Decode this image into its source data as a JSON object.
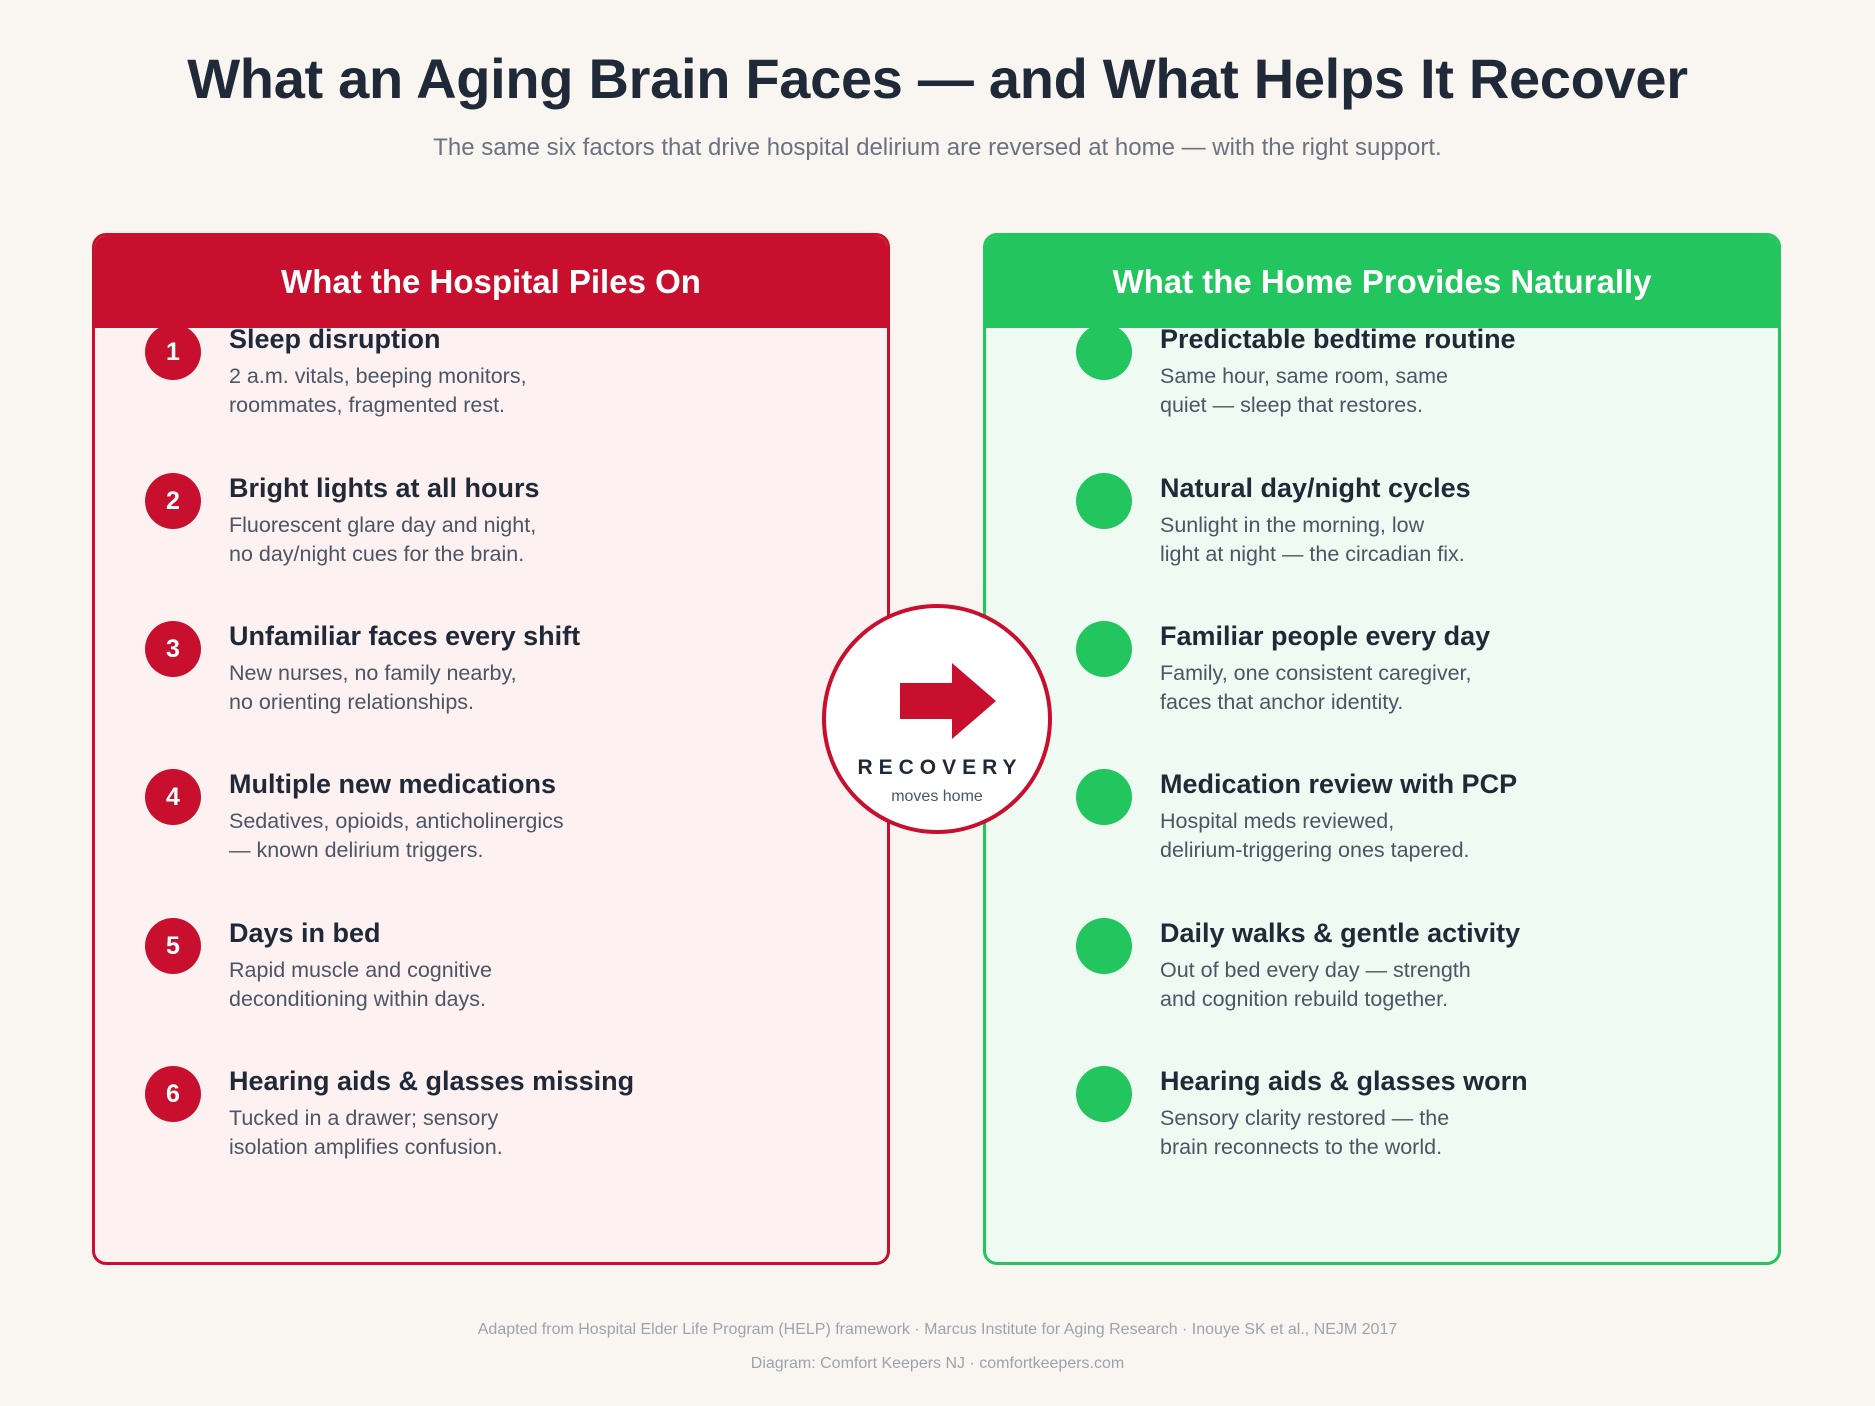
{
  "title": "What an Aging Brain Faces — and What Helps It Recover",
  "subtitle": "The same six factors that drive hospital delirium are reversed at home — with the right support.",
  "hospital": {
    "header": "What the Hospital Piles On",
    "items": [
      {
        "number": "1",
        "title": "Sleep disruption",
        "line1": "2 a.m. vitals, beeping monitors,",
        "line2": "roommates, fragmented rest."
      },
      {
        "number": "2",
        "title": "Bright lights at all hours",
        "line1": "Fluorescent glare day and night,",
        "line2": "no day/night cues for the brain."
      },
      {
        "number": "3",
        "title": "Unfamiliar faces every shift",
        "line1": "New nurses, no family nearby,",
        "line2": "no orienting relationships."
      },
      {
        "number": "4",
        "title": "Multiple new medications",
        "line1": "Sedatives, opioids, anticholinergics",
        "line2": "— known delirium triggers."
      },
      {
        "number": "5",
        "title": "Days in bed",
        "line1": "Rapid muscle and cognitive",
        "line2": "deconditioning within days."
      },
      {
        "number": "6",
        "title": "Hearing aids & glasses missing",
        "line1": "Tucked in a drawer; sensory",
        "line2": "isolation amplifies confusion."
      }
    ]
  },
  "home": {
    "header": "What the Home Provides Naturally",
    "items": [
      {
        "title": "Predictable bedtime routine",
        "line1": "Same hour, same room, same",
        "line2": "quiet — sleep that restores."
      },
      {
        "title": "Natural day/night cycles",
        "line1": "Sunlight in the morning, low",
        "line2": "light at night — the circadian fix."
      },
      {
        "title": "Familiar people every day",
        "line1": "Family, one consistent caregiver,",
        "line2": "faces that anchor identity."
      },
      {
        "title": "Medication review with PCP",
        "line1": "Hospital meds reviewed,",
        "line2": "delirium-triggering ones tapered."
      },
      {
        "title": "Daily walks & gentle activity",
        "line1": "Out of bed every day — strength",
        "line2": "and cognition rebuild together."
      },
      {
        "title": "Hearing aids & glasses worn",
        "line1": "Sensory clarity restored — the",
        "line2": "brain reconnects to the world."
      }
    ]
  },
  "center": {
    "icon": "right-arrow-icon",
    "label": "RECOVERY",
    "sublabel": "moves home"
  },
  "footer": {
    "source": "Adapted from Hospital Elder Life Program (HELP) framework · Marcus Institute for Aging Research · Inouye SK et al., NEJM 2017",
    "credit": "Diagram: Comfort Keepers NJ · comfortkeepers.com"
  },
  "colors": {
    "hospital_accent": "#c8102e",
    "home_accent": "#22c55e",
    "background": "#f9f6f1"
  }
}
